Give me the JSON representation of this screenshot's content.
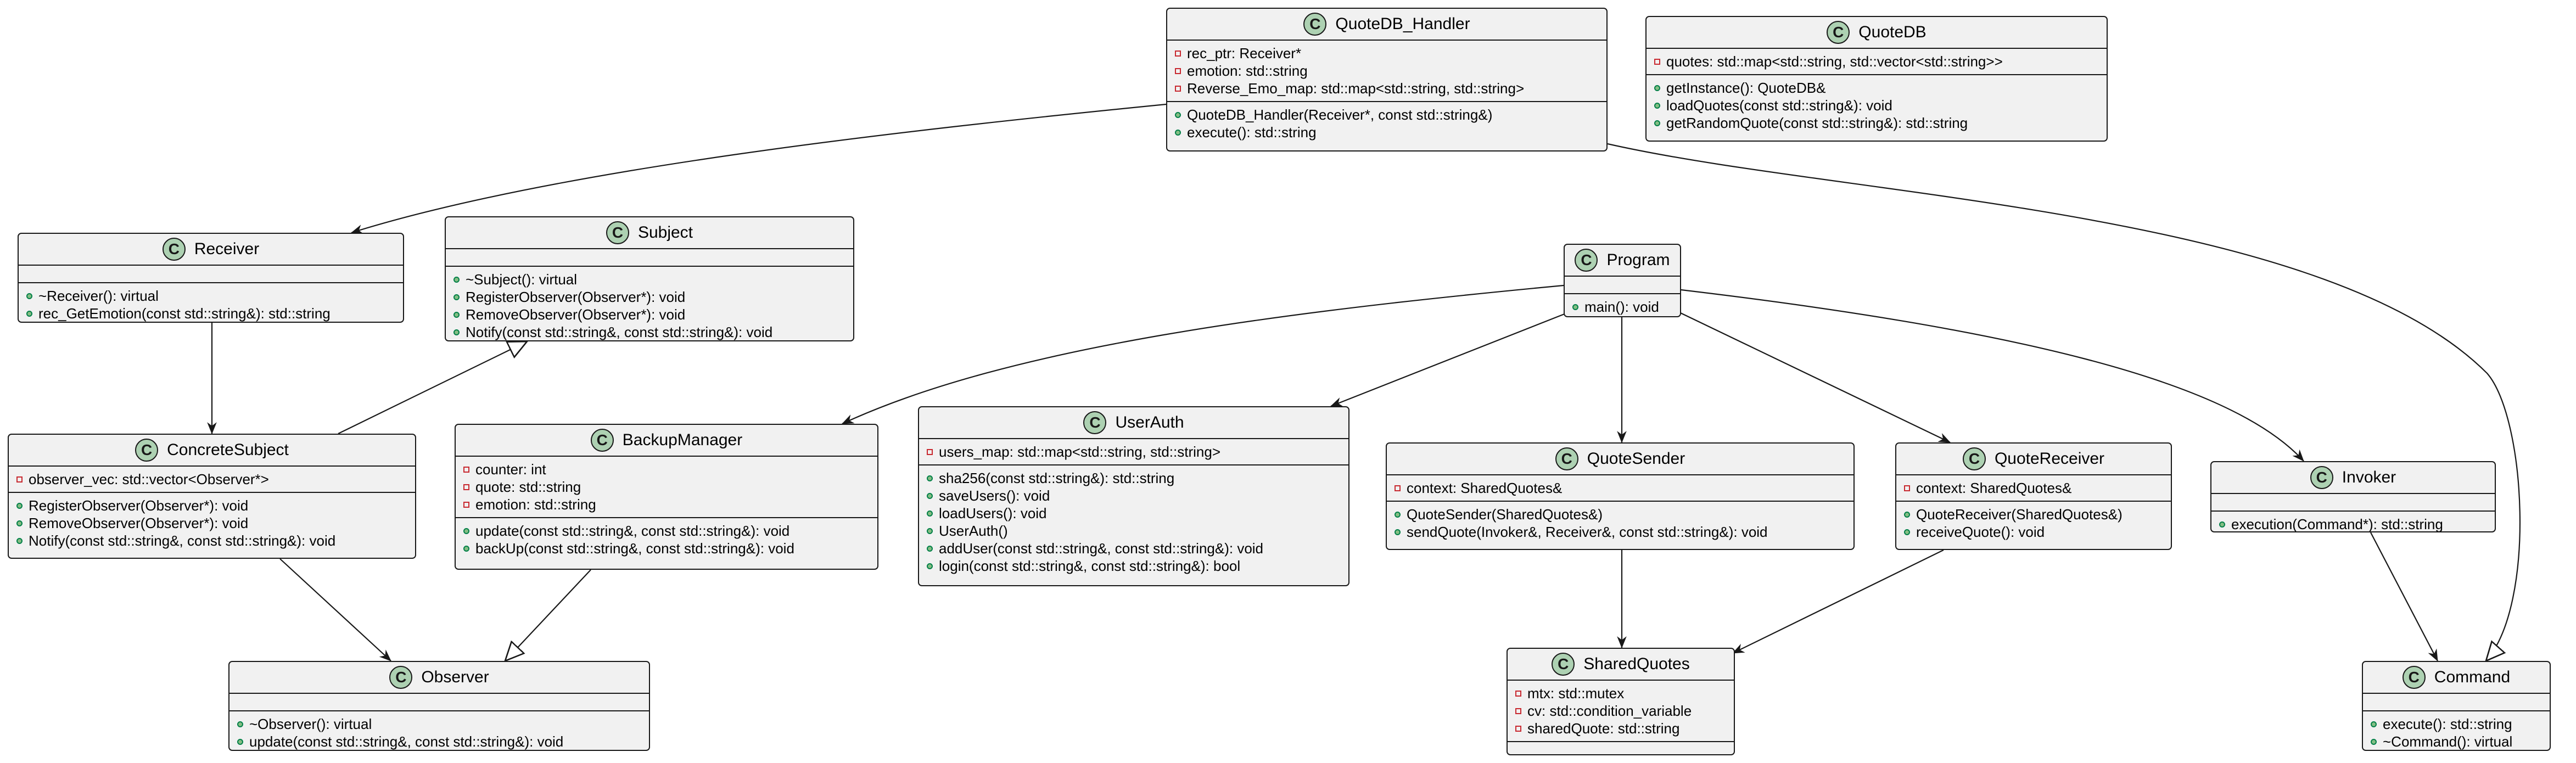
{
  "classes": [
    {
      "id": "QuoteDB_Handler",
      "name": "QuoteDB_Handler",
      "fields": [
        {
          "vis": "private",
          "text": "rec_ptr: Receiver*"
        },
        {
          "vis": "private",
          "text": "emotion: std::string"
        },
        {
          "vis": "private",
          "text": "Reverse_Emo_map: std::map<std::string, std::string>"
        }
      ],
      "methods": [
        {
          "vis": "public",
          "text": "QuoteDB_Handler(Receiver*, const std::string&)"
        },
        {
          "vis": "public",
          "text": "execute(): std::string"
        }
      ]
    },
    {
      "id": "QuoteDB",
      "name": "QuoteDB",
      "fields": [
        {
          "vis": "private",
          "text": "quotes: std::map<std::string, std::vector<std::string>>"
        }
      ],
      "methods": [
        {
          "vis": "public",
          "text": "getInstance(): QuoteDB&"
        },
        {
          "vis": "public",
          "text": "loadQuotes(const std::string&): void"
        },
        {
          "vis": "public",
          "text": "getRandomQuote(const std::string&): std::string"
        }
      ]
    },
    {
      "id": "Receiver",
      "name": "Receiver",
      "fields": [],
      "methods": [
        {
          "vis": "public",
          "text": "~Receiver(): virtual"
        },
        {
          "vis": "public",
          "text": "rec_GetEmotion(const std::string&): std::string"
        }
      ]
    },
    {
      "id": "Subject",
      "name": "Subject",
      "fields": [],
      "methods": [
        {
          "vis": "public",
          "text": "~Subject(): virtual"
        },
        {
          "vis": "public",
          "text": "RegisterObserver(Observer*): void"
        },
        {
          "vis": "public",
          "text": "RemoveObserver(Observer*): void"
        },
        {
          "vis": "public",
          "text": "Notify(const std::string&, const std::string&): void"
        }
      ]
    },
    {
      "id": "Program",
      "name": "Program",
      "fields": [],
      "methods": [
        {
          "vis": "public",
          "text": "main(): void"
        }
      ]
    },
    {
      "id": "ConcreteSubject",
      "name": "ConcreteSubject",
      "fields": [
        {
          "vis": "private",
          "text": "observer_vec: std::vector<Observer*>"
        }
      ],
      "methods": [
        {
          "vis": "public",
          "text": "RegisterObserver(Observer*): void"
        },
        {
          "vis": "public",
          "text": "RemoveObserver(Observer*): void"
        },
        {
          "vis": "public",
          "text": "Notify(const std::string&, const std::string&): void"
        }
      ]
    },
    {
      "id": "BackupManager",
      "name": "BackupManager",
      "fields": [
        {
          "vis": "private",
          "text": "counter: int"
        },
        {
          "vis": "private",
          "text": "quote: std::string"
        },
        {
          "vis": "private",
          "text": "emotion: std::string"
        }
      ],
      "methods": [
        {
          "vis": "public",
          "text": "update(const std::string&, const std::string&): void"
        },
        {
          "vis": "public",
          "text": "backUp(const std::string&, const std::string&): void"
        }
      ]
    },
    {
      "id": "UserAuth",
      "name": "UserAuth",
      "fields": [
        {
          "vis": "private",
          "text": "users_map: std::map<std::string, std::string>"
        }
      ],
      "methods": [
        {
          "vis": "public",
          "text": "sha256(const std::string&): std::string"
        },
        {
          "vis": "public",
          "text": "saveUsers(): void"
        },
        {
          "vis": "public",
          "text": "loadUsers(): void"
        },
        {
          "vis": "public",
          "text": "UserAuth()"
        },
        {
          "vis": "public",
          "text": "addUser(const std::string&, const std::string&): void"
        },
        {
          "vis": "public",
          "text": "login(const std::string&, const std::string&): bool"
        }
      ]
    },
    {
      "id": "QuoteSender",
      "name": "QuoteSender",
      "fields": [
        {
          "vis": "private",
          "text": "context: SharedQuotes&"
        }
      ],
      "methods": [
        {
          "vis": "public",
          "text": "QuoteSender(SharedQuotes&)"
        },
        {
          "vis": "public",
          "text": "sendQuote(Invoker&, Receiver&, const std::string&): void"
        }
      ]
    },
    {
      "id": "QuoteReceiver",
      "name": "QuoteReceiver",
      "fields": [
        {
          "vis": "private",
          "text": "context: SharedQuotes&"
        }
      ],
      "methods": [
        {
          "vis": "public",
          "text": "QuoteReceiver(SharedQuotes&)"
        },
        {
          "vis": "public",
          "text": "receiveQuote(): void"
        }
      ]
    },
    {
      "id": "Invoker",
      "name": "Invoker",
      "fields": [],
      "methods": [
        {
          "vis": "public",
          "text": "execution(Command*): std::string"
        }
      ]
    },
    {
      "id": "Observer",
      "name": "Observer",
      "fields": [],
      "methods": [
        {
          "vis": "public",
          "text": "~Observer(): virtual"
        },
        {
          "vis": "public",
          "text": "update(const std::string&, const std::string&): void"
        }
      ]
    },
    {
      "id": "SharedQuotes",
      "name": "SharedQuotes",
      "fields": [
        {
          "vis": "private",
          "text": "mtx: std::mutex"
        },
        {
          "vis": "private",
          "text": "cv: std::condition_variable"
        },
        {
          "vis": "private",
          "text": "sharedQuote: std::string"
        }
      ],
      "methods": []
    },
    {
      "id": "Command",
      "name": "Command",
      "fields": [],
      "methods": [
        {
          "vis": "public",
          "text": "execute(): std::string"
        },
        {
          "vis": "public",
          "text": "~Command(): virtual"
        }
      ]
    }
  ],
  "relations": [
    {
      "from": "QuoteDB_Handler",
      "to": "Receiver",
      "kind": "association"
    },
    {
      "from": "QuoteDB_Handler",
      "to": "Command",
      "kind": "realization"
    },
    {
      "from": "Receiver",
      "to": "ConcreteSubject",
      "kind": "association"
    },
    {
      "from": "ConcreteSubject",
      "to": "Subject",
      "kind": "realization"
    },
    {
      "from": "ConcreteSubject",
      "to": "Observer",
      "kind": "association"
    },
    {
      "from": "BackupManager",
      "to": "Observer",
      "kind": "realization"
    },
    {
      "from": "Program",
      "to": "BackupManager",
      "kind": "association"
    },
    {
      "from": "Program",
      "to": "UserAuth",
      "kind": "association"
    },
    {
      "from": "Program",
      "to": "QuoteSender",
      "kind": "association"
    },
    {
      "from": "Program",
      "to": "QuoteReceiver",
      "kind": "association"
    },
    {
      "from": "Program",
      "to": "Invoker",
      "kind": "association"
    },
    {
      "from": "QuoteSender",
      "to": "SharedQuotes",
      "kind": "association"
    },
    {
      "from": "QuoteReceiver",
      "to": "SharedQuotes",
      "kind": "association"
    },
    {
      "from": "Invoker",
      "to": "Command",
      "kind": "association"
    }
  ],
  "colors": {
    "background": "#ffffff",
    "class_fill": "#f1f1f1",
    "border": "#181818",
    "class_badge": "#add1b2",
    "private_marker": "#c82930",
    "public_marker": "#84be84"
  },
  "icons": {
    "class_badge": "class-c-circle-icon",
    "private_member": "private-square-icon",
    "public_member": "public-circle-icon"
  }
}
